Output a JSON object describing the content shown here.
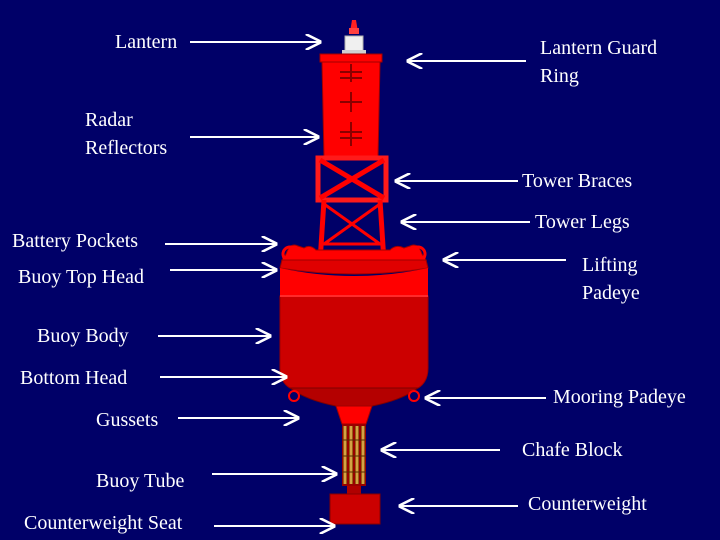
{
  "labels": {
    "lantern": "Lantern",
    "lantern_guard_ring": "Lantern Guard\nRing",
    "radar_reflectors": "Radar\nReflectors",
    "tower_braces": "Tower Braces",
    "tower_legs": "Tower Legs",
    "battery_pockets": "Battery Pockets",
    "buoy_top_head": "Buoy Top Head",
    "lifting_padeye": "Lifting\nPadeye",
    "buoy_body": "Buoy Body",
    "bottom_head": "Bottom Head",
    "mooring_padeye": "Mooring Padeye",
    "gussets": "Gussets",
    "chafe_block": "Chafe Block",
    "buoy_tube": "Buoy Tube",
    "counterweight": "Counterweight",
    "counterweight_seat": "Counterweight Seat"
  },
  "colors": {
    "background": "#000068",
    "buoy_red": "#ff0000",
    "buoy_dark_red": "#c80000",
    "label_text": "#ffffff",
    "arrow": "#ffffff"
  }
}
